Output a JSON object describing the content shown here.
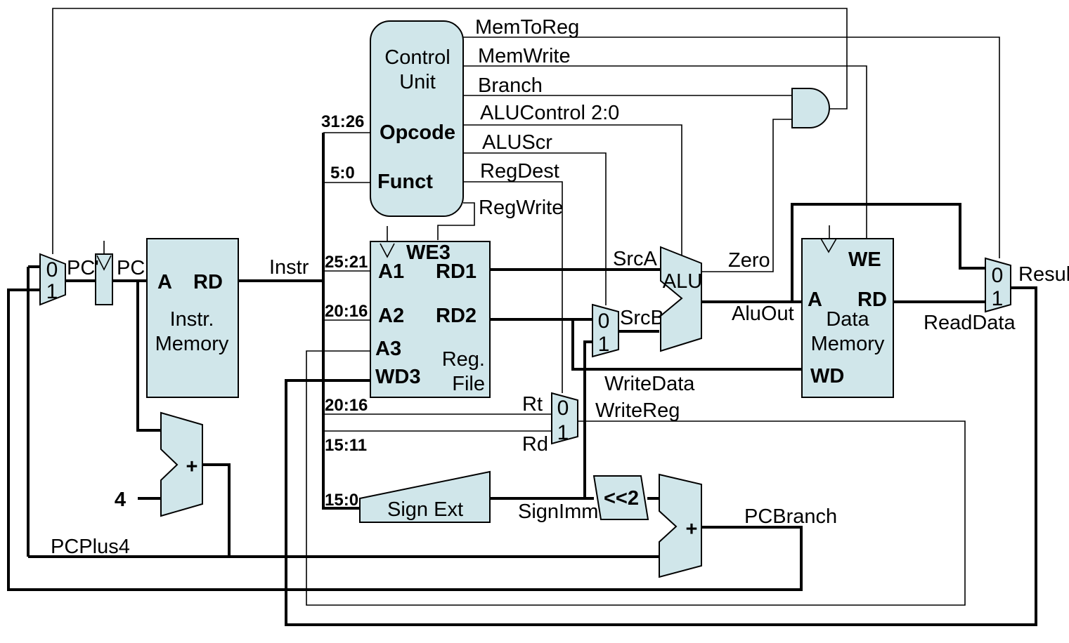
{
  "control_unit": {
    "title_line1": "Control",
    "title_line2": "Unit",
    "opcode": "Opcode",
    "funct": "Funct",
    "signals": {
      "mem_to_reg": "MemToReg",
      "mem_write": "MemWrite",
      "branch": "Branch",
      "alu_control": "ALUControl 2:0",
      "alu_src": "ALUScr",
      "reg_dest": "RegDest",
      "reg_write": "RegWrite"
    }
  },
  "instr_memory": {
    "port_a": "A",
    "port_rd": "RD",
    "name_line1": "Instr.",
    "name_line2": "Memory"
  },
  "register_file": {
    "we3": "WE3",
    "a1": "A1",
    "a2": "A2",
    "a3": "A3",
    "wd3": "WD3",
    "rd1": "RD1",
    "rd2": "RD2",
    "name_line1": "Reg.",
    "name_line2": "File"
  },
  "data_memory": {
    "we": "WE",
    "port_a": "A",
    "port_rd": "RD",
    "port_wd": "WD",
    "name_line1": "Data",
    "name_line2": "Memory"
  },
  "alu": {
    "label": "ALU"
  },
  "sign_ext": {
    "label": "Sign Ext"
  },
  "shift": {
    "label": "<<2"
  },
  "adder_symbol": "+",
  "constant_four": "4",
  "mux_inputs": {
    "zero": "0",
    "one": "1"
  },
  "bit_fields": {
    "opcode": "31:26",
    "funct": "5:0",
    "rs": "25:21",
    "rt": "20:16",
    "rt_dest": "20:16",
    "rd_dest": "15:11",
    "imm": "15:0"
  },
  "signals": {
    "pc_prime": "PC'",
    "pc": "PC",
    "instr": "Instr",
    "src_a": "SrcA",
    "src_b": "SrcB",
    "zero": "Zero",
    "alu_out": "AluOut",
    "read_data": "ReadData",
    "result": "Result",
    "write_data": "WriteData",
    "write_reg": "WriteReg",
    "rt": "Rt",
    "rd": "Rd",
    "sign_imm": "SignImm",
    "pc_branch": "PCBranch",
    "pc_plus4": "PCPlus4"
  }
}
